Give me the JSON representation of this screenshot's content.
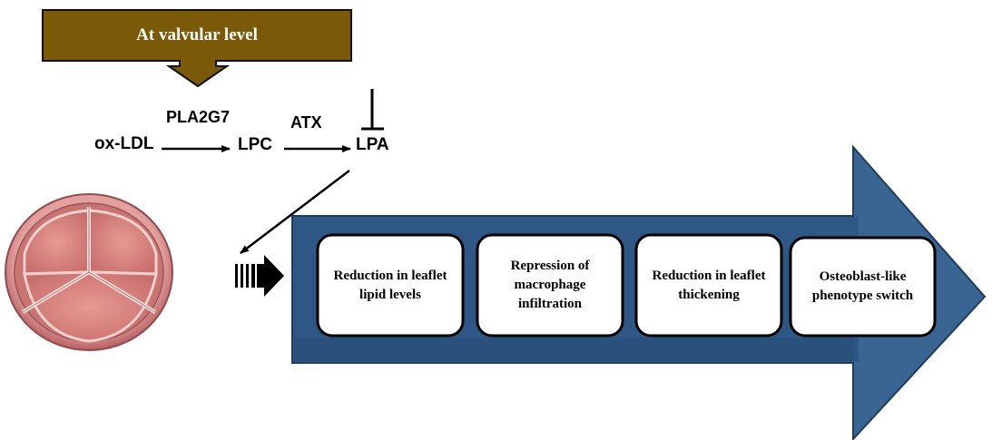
{
  "banner": {
    "label": "At valvular level"
  },
  "pathway": {
    "substrate": "ox-LDL",
    "enzyme1": "PLA2G7",
    "intermediate": "LPC",
    "enzyme2": "ATX",
    "product": "LPA"
  },
  "outcomes": [
    "Reduction in leaflet lipid levels",
    "Repression of macrophage infiltration",
    "Reduction in leaflet thickening",
    "Osteoblast-like phenotype switch"
  ],
  "colors": {
    "banner": "#7a5a08",
    "arrow_body": "#2e5785",
    "arrow_head": "#3a6592",
    "valve_ring": "#c8777a",
    "valve_cusp": "#e08a84"
  },
  "icons": [
    "valve-icon",
    "inhibition-icon",
    "block-arrow-icon"
  ]
}
